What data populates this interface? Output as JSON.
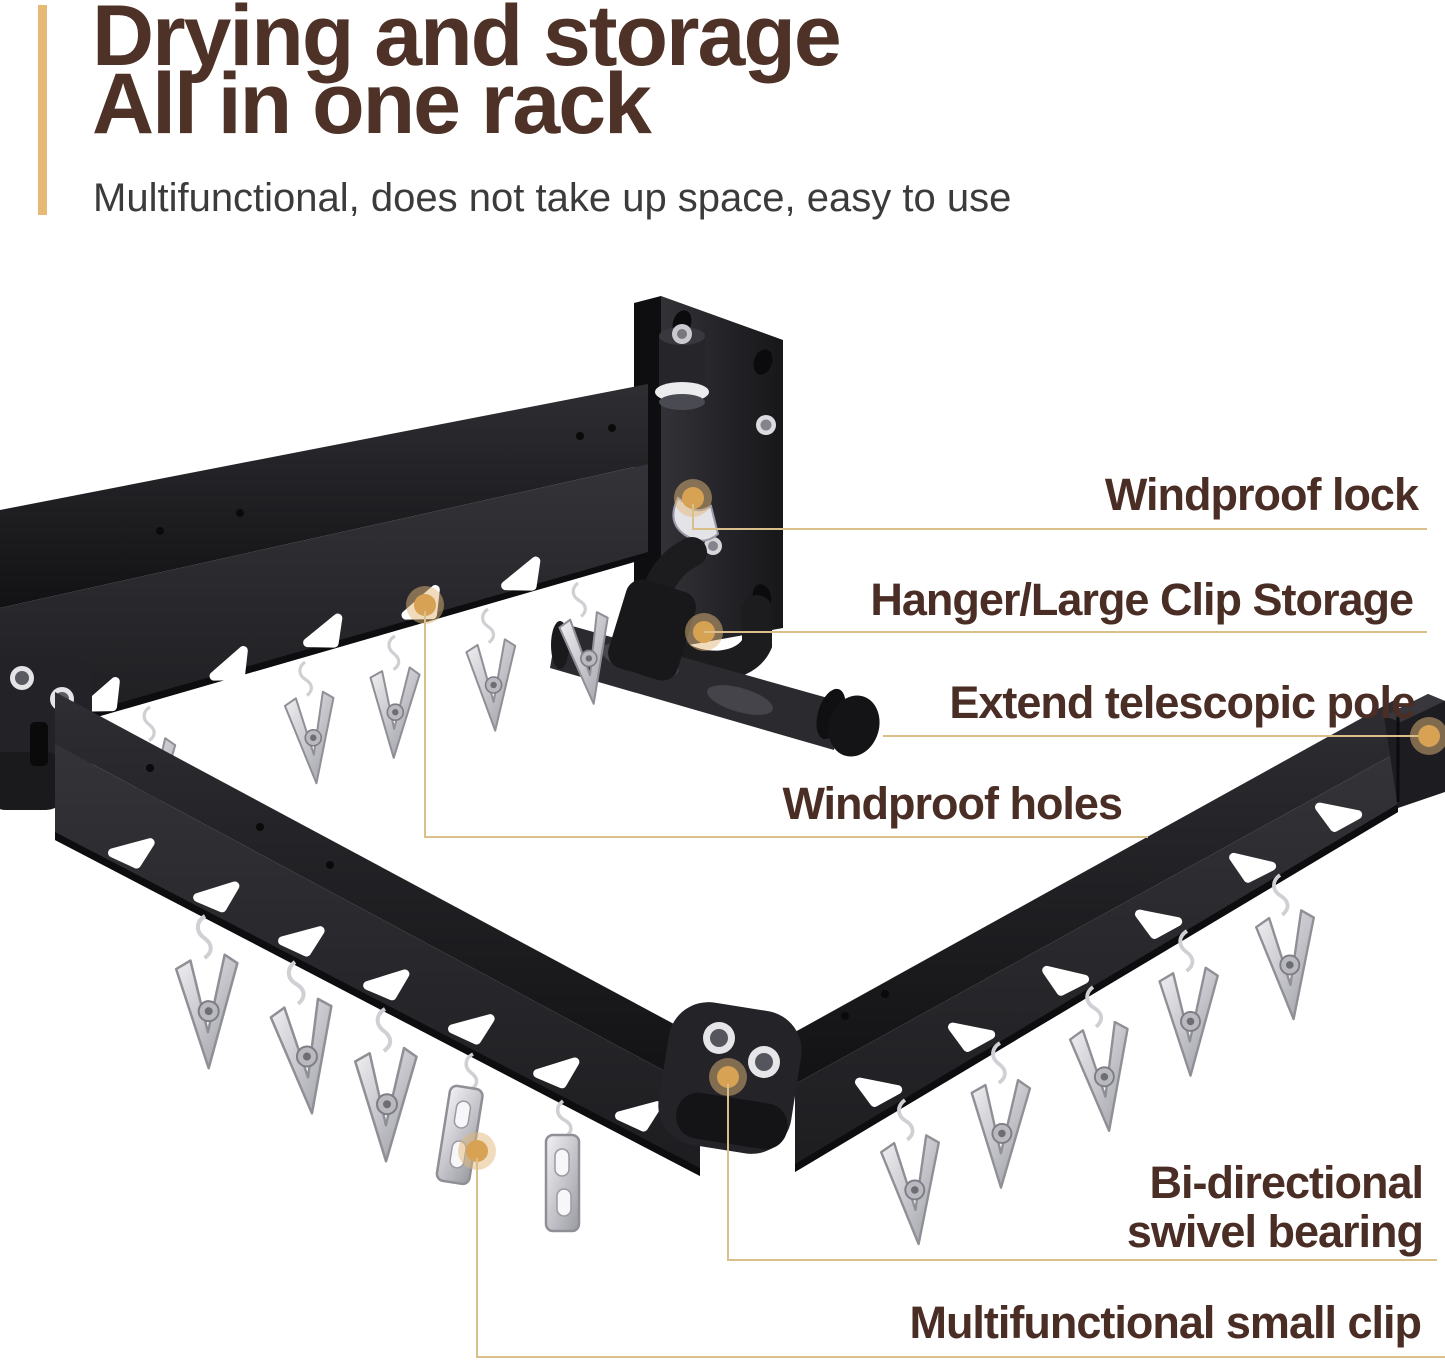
{
  "header": {
    "title_line1": "Drying and storage",
    "title_line2": "All in one rack",
    "subtitle": "Multifunctional, does not take up space, easy to use"
  },
  "callouts": {
    "windproof_lock": {
      "label": "Windproof lock"
    },
    "hanger_storage": {
      "label": "Hanger/Large Clip Storage"
    },
    "telescopic_pole": {
      "label": "Extend telescopic pole"
    },
    "windproof_holes": {
      "label": "Windproof holes"
    },
    "swivel_bearing": {
      "label_line1": "Bi-directional",
      "label_line2": "swivel bearing"
    },
    "small_clip": {
      "label": "Multifunctional small clip"
    }
  },
  "colors": {
    "title_brown": "#4e3227",
    "label_brown": "#4a2e25",
    "subtitle_gray": "#3b3b3b",
    "accent_gold": "#e7b977",
    "callout_line_tan": "#d9c08b",
    "callout_dot_gold": "#d7a254",
    "rack_black": "#1b1b1e",
    "clip_silver": "#d7d7db"
  }
}
